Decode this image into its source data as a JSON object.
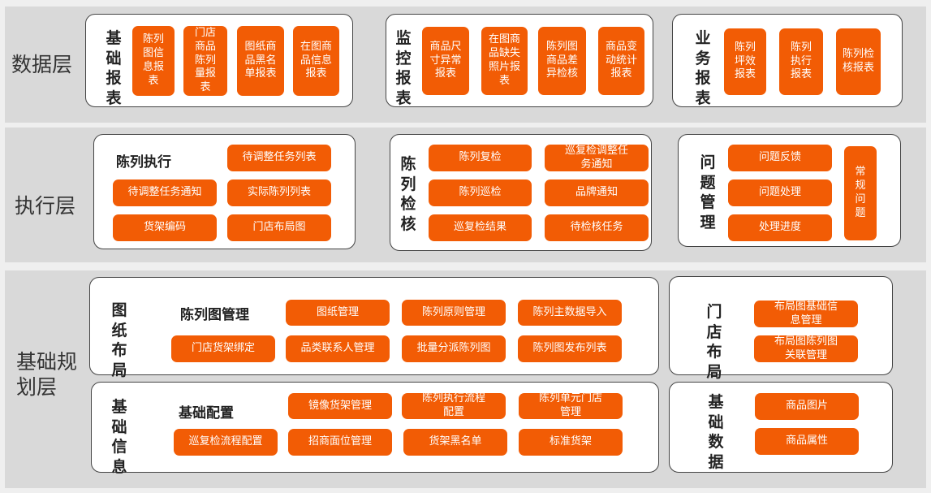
{
  "layers": {
    "data": "数据层",
    "exec": "执行层",
    "base": "基础规划层"
  },
  "data_layer": {
    "basic": {
      "title": "基础报表",
      "items": [
        "陈列图信息报表",
        "门店商品陈列量报表",
        "图纸商品黑名单报表",
        "在图商品信息报表"
      ]
    },
    "monitor": {
      "title": "监控报表",
      "items": [
        "商品尺寸异常报表",
        "在图商品缺失照片报表",
        "陈列图商品差异检核",
        "商品变动统计报表"
      ]
    },
    "business": {
      "title": "业务报表",
      "items": [
        "陈列坪效报表",
        "陈列执行报表",
        "陈列检核报表"
      ]
    }
  },
  "exec_layer": {
    "execution": {
      "title": "陈列执行",
      "items": [
        "待调整任务列表",
        "待调整任务通知",
        "实际陈列列表",
        "货架编码",
        "门店布局图"
      ]
    },
    "check": {
      "title": "陈列检核",
      "items": [
        "陈列复检",
        "巡复检调整任务通知",
        "陈列巡检",
        "品牌通知",
        "巡复检结果",
        "待检核任务"
      ]
    },
    "issue": {
      "title": "问题管理",
      "items": [
        "问题反馈",
        "问题处理",
        "处理进度",
        "常规问题"
      ]
    }
  },
  "base_layer": {
    "drawing": {
      "title": "图纸布局",
      "subtitle": "陈列图管理",
      "items": [
        "图纸管理",
        "陈列原则管理",
        "陈列主数据导入",
        "门店货架绑定",
        "品类联系人管理",
        "批量分派陈列图",
        "陈列图发布列表"
      ]
    },
    "info": {
      "title": "基础信息",
      "subtitle": "基础配置",
      "items": [
        "镜像货架管理",
        "陈列执行流程配置",
        "陈列单元门店管理",
        "巡复检流程配置",
        "招商面位管理",
        "货架黑名单",
        "标准货架"
      ]
    },
    "store": {
      "title": "门店布局",
      "items": [
        "布局图基础信息管理",
        "布局图陈列图关联管理"
      ]
    },
    "basedata": {
      "title": "基础数据",
      "items": [
        "商品图片",
        "商品属性"
      ]
    }
  }
}
